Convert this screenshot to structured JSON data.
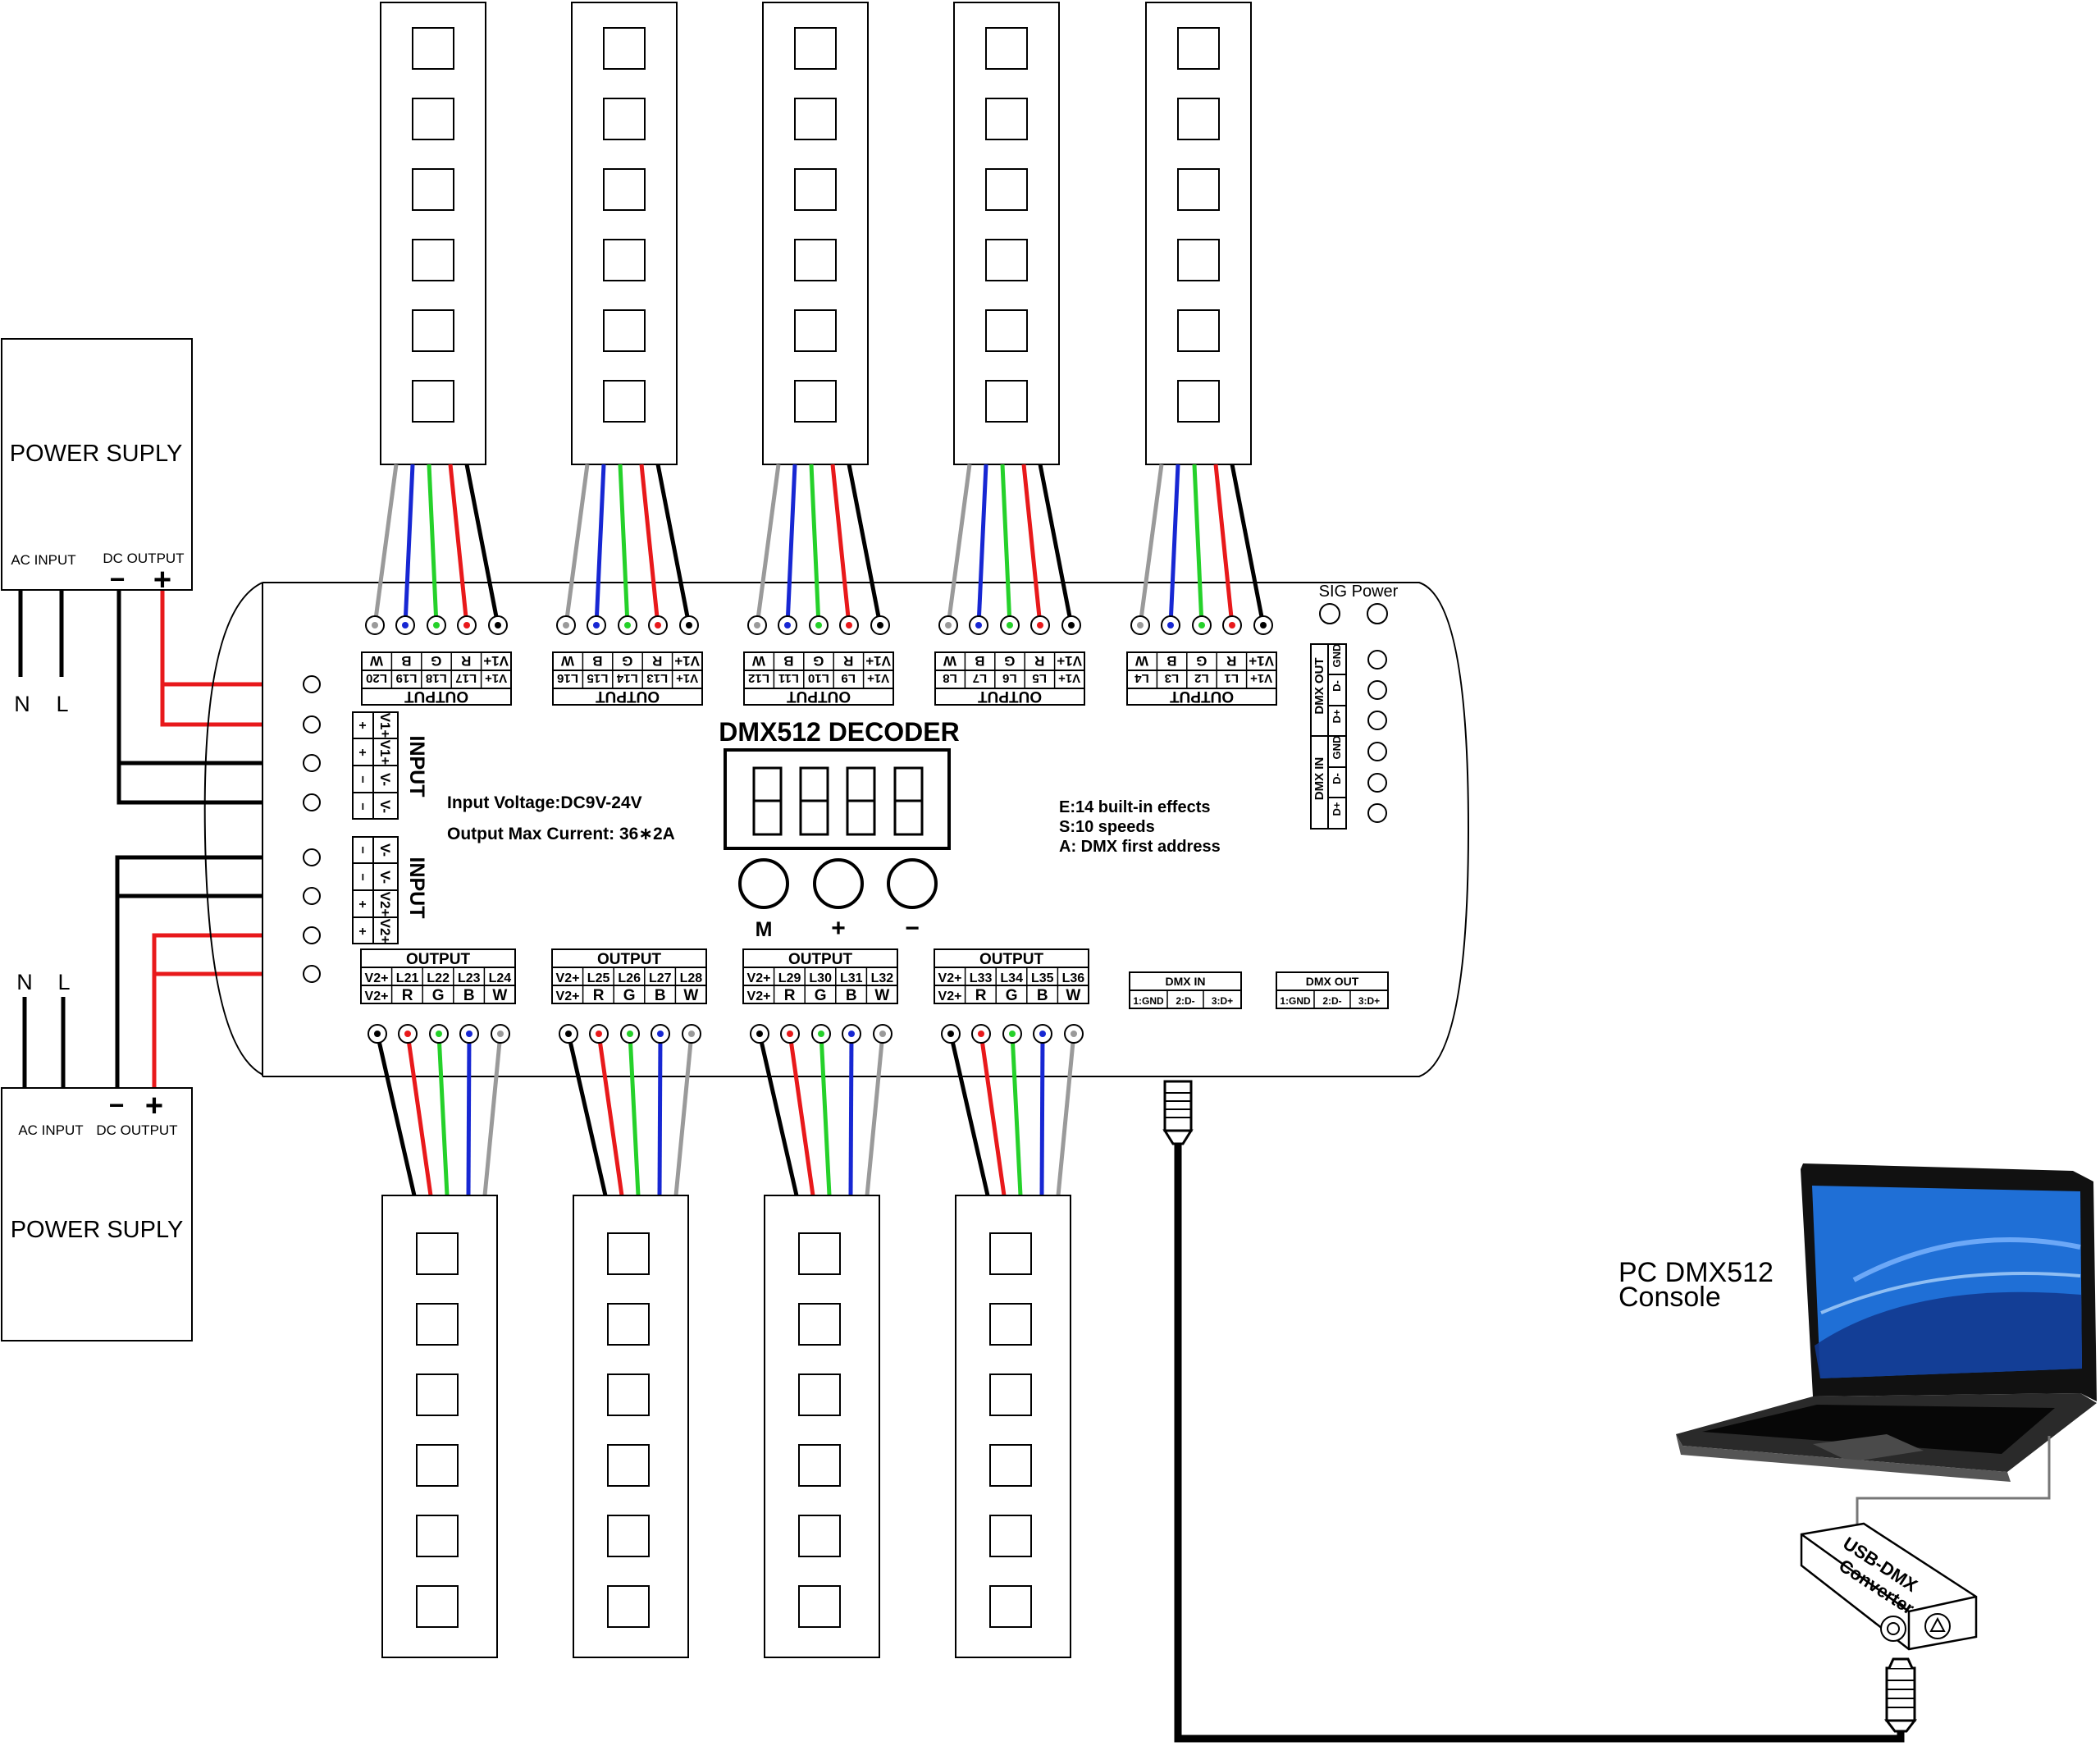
{
  "power_supplies": [
    {
      "title": "POWER SUPLY",
      "ac_label": "AC INPUT",
      "dc_label": "DC OUTPUT",
      "minus": "−",
      "plus": "+",
      "n": "N",
      "l": "L"
    },
    {
      "title": "POWER SUPLY",
      "ac_label": "AC INPUT",
      "dc_label": "DC OUTPUT",
      "minus": "−",
      "plus": "+",
      "n": "N",
      "l": "L"
    }
  ],
  "decoder": {
    "title": "DMX512 DECODER",
    "input_voltage": "Input Voltage:DC9V-24V",
    "output_current": "Output Max  Current: 36∗2A",
    "effects": "E:14 built-in effects",
    "speeds": "S:10 speeds",
    "address": "A: DMX first address",
    "sig_power": "SIG Power",
    "buttons": [
      "M",
      "+",
      "−"
    ],
    "input_label": "INPUT",
    "input1_terms": [
      "V1+",
      "V1+",
      "V-",
      "V-"
    ],
    "input1_signs": [
      "+",
      "+",
      "−",
      "−"
    ],
    "input2_terms": [
      "V-",
      "V-",
      "V2+",
      "V2+"
    ],
    "input2_signs": [
      "−",
      "−",
      "+",
      "+"
    ],
    "dmx_out_side": [
      "DMX OUT",
      "GND",
      "D-",
      "D+"
    ],
    "dmx_in_side": [
      "DMX IN",
      "GND",
      "D-",
      "D+"
    ],
    "dmx_in_box": {
      "title": "DMX IN",
      "pins": [
        "1:GND",
        "2:D-",
        "3:D+"
      ]
    },
    "dmx_out_box": {
      "title": "DMX OUT",
      "pins": [
        "1:GND",
        "2:D-",
        "3:D+"
      ]
    }
  },
  "top_outputs": [
    {
      "label": "OUTPUT",
      "top": [
        "V1+",
        "L17",
        "L18",
        "L19",
        "L20"
      ],
      "bottom": [
        "V1+",
        "R",
        "G",
        "B",
        "W"
      ]
    },
    {
      "label": "OUTPUT",
      "top": [
        "V1+",
        "L13",
        "L14",
        "L15",
        "L16"
      ],
      "bottom": [
        "V1+",
        "R",
        "G",
        "B",
        "W"
      ]
    },
    {
      "label": "OUTPUT",
      "top": [
        "V1+",
        "L9",
        "L10",
        "L11",
        "L12"
      ],
      "bottom": [
        "V1+",
        "R",
        "G",
        "B",
        "W"
      ]
    },
    {
      "label": "OUTPUT",
      "top": [
        "V1+",
        "L5",
        "L6",
        "L7",
        "L8"
      ],
      "bottom": [
        "V1+",
        "R",
        "G",
        "B",
        "W"
      ]
    },
    {
      "label": "OUTPUT",
      "top": [
        "V1+",
        "L1",
        "L2",
        "L3",
        "L4"
      ],
      "bottom": [
        "V1+",
        "R",
        "G",
        "B",
        "W"
      ]
    }
  ],
  "bottom_outputs": [
    {
      "label": "OUTPUT",
      "top": [
        "V2+",
        "L21",
        "L22",
        "L23",
        "L24"
      ],
      "bottom": [
        "V2+",
        "R",
        "G",
        "B",
        "W"
      ]
    },
    {
      "label": "OUTPUT",
      "top": [
        "V2+",
        "L25",
        "L26",
        "L27",
        "L28"
      ],
      "bottom": [
        "V2+",
        "R",
        "G",
        "B",
        "W"
      ]
    },
    {
      "label": "OUTPUT",
      "top": [
        "V2+",
        "L29",
        "L30",
        "L31",
        "L32"
      ],
      "bottom": [
        "V2+",
        "R",
        "G",
        "B",
        "W"
      ]
    },
    {
      "label": "OUTPUT",
      "top": [
        "V2+",
        "L33",
        "L34",
        "L35",
        "L36"
      ],
      "bottom": [
        "V2+",
        "R",
        "G",
        "B",
        "W"
      ]
    }
  ],
  "pc": {
    "line1": "PC  DMX512",
    "line2": "Console"
  },
  "converter": {
    "line1": "USB-DMX",
    "line2": "Converter"
  },
  "colors": {
    "red": "#e8191b",
    "green": "#25d12a",
    "blue": "#1727d3",
    "gray": "#9a9a9a",
    "black": "#000000",
    "screen": "#1f6fd6"
  }
}
